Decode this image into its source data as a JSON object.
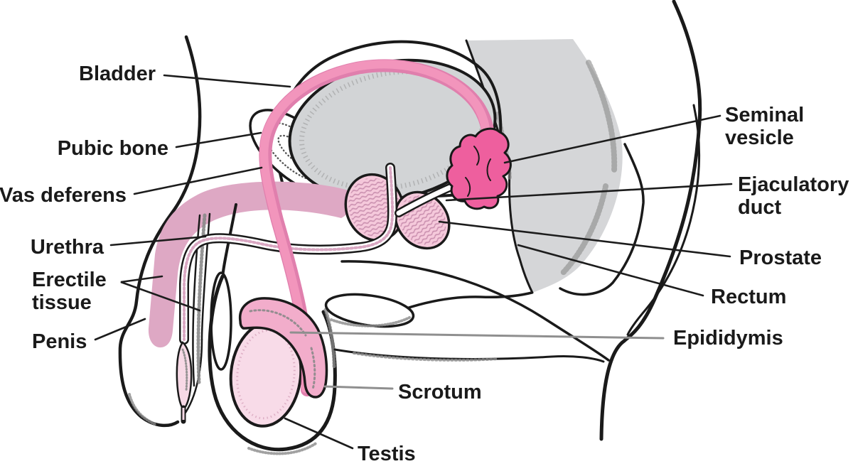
{
  "labels": {
    "bladder": "Bladder",
    "pubic_bone": "Pubic bone",
    "vas_deferens": "Vas deferens",
    "urethra": "Urethra",
    "erectile_tissue_line1": "Erectile",
    "erectile_tissue_line2": "tissue",
    "penis": "Penis",
    "seminal_vesicle_line1": "Seminal",
    "seminal_vesicle_line2": "vesicle",
    "ejaculatory_duct_line1": "Ejaculatory",
    "ejaculatory_duct_line2": "duct",
    "prostate": "Prostate",
    "rectum": "Rectum",
    "epididymis": "Epididymis",
    "scrotum": "Scrotum",
    "testis": "Testis"
  },
  "colors": {
    "outline": "#1a1a1a",
    "organ_gray": "#d5d6d8",
    "bladder_wall_gray": "#dcddde",
    "bladder_gray": "#d2d4d6",
    "vas_pink": "#f295bc",
    "vas_pink_shade": "#e07fad",
    "seminal_vesicle_pink": "#ee5f9e",
    "erectile_pink": "#dea8c4",
    "prostate_pink": "#f5c9db",
    "testis_pink": "#f8dbe8",
    "epididymis_pink": "#f2adcb",
    "urethra_pink": "#f7d9e6"
  }
}
